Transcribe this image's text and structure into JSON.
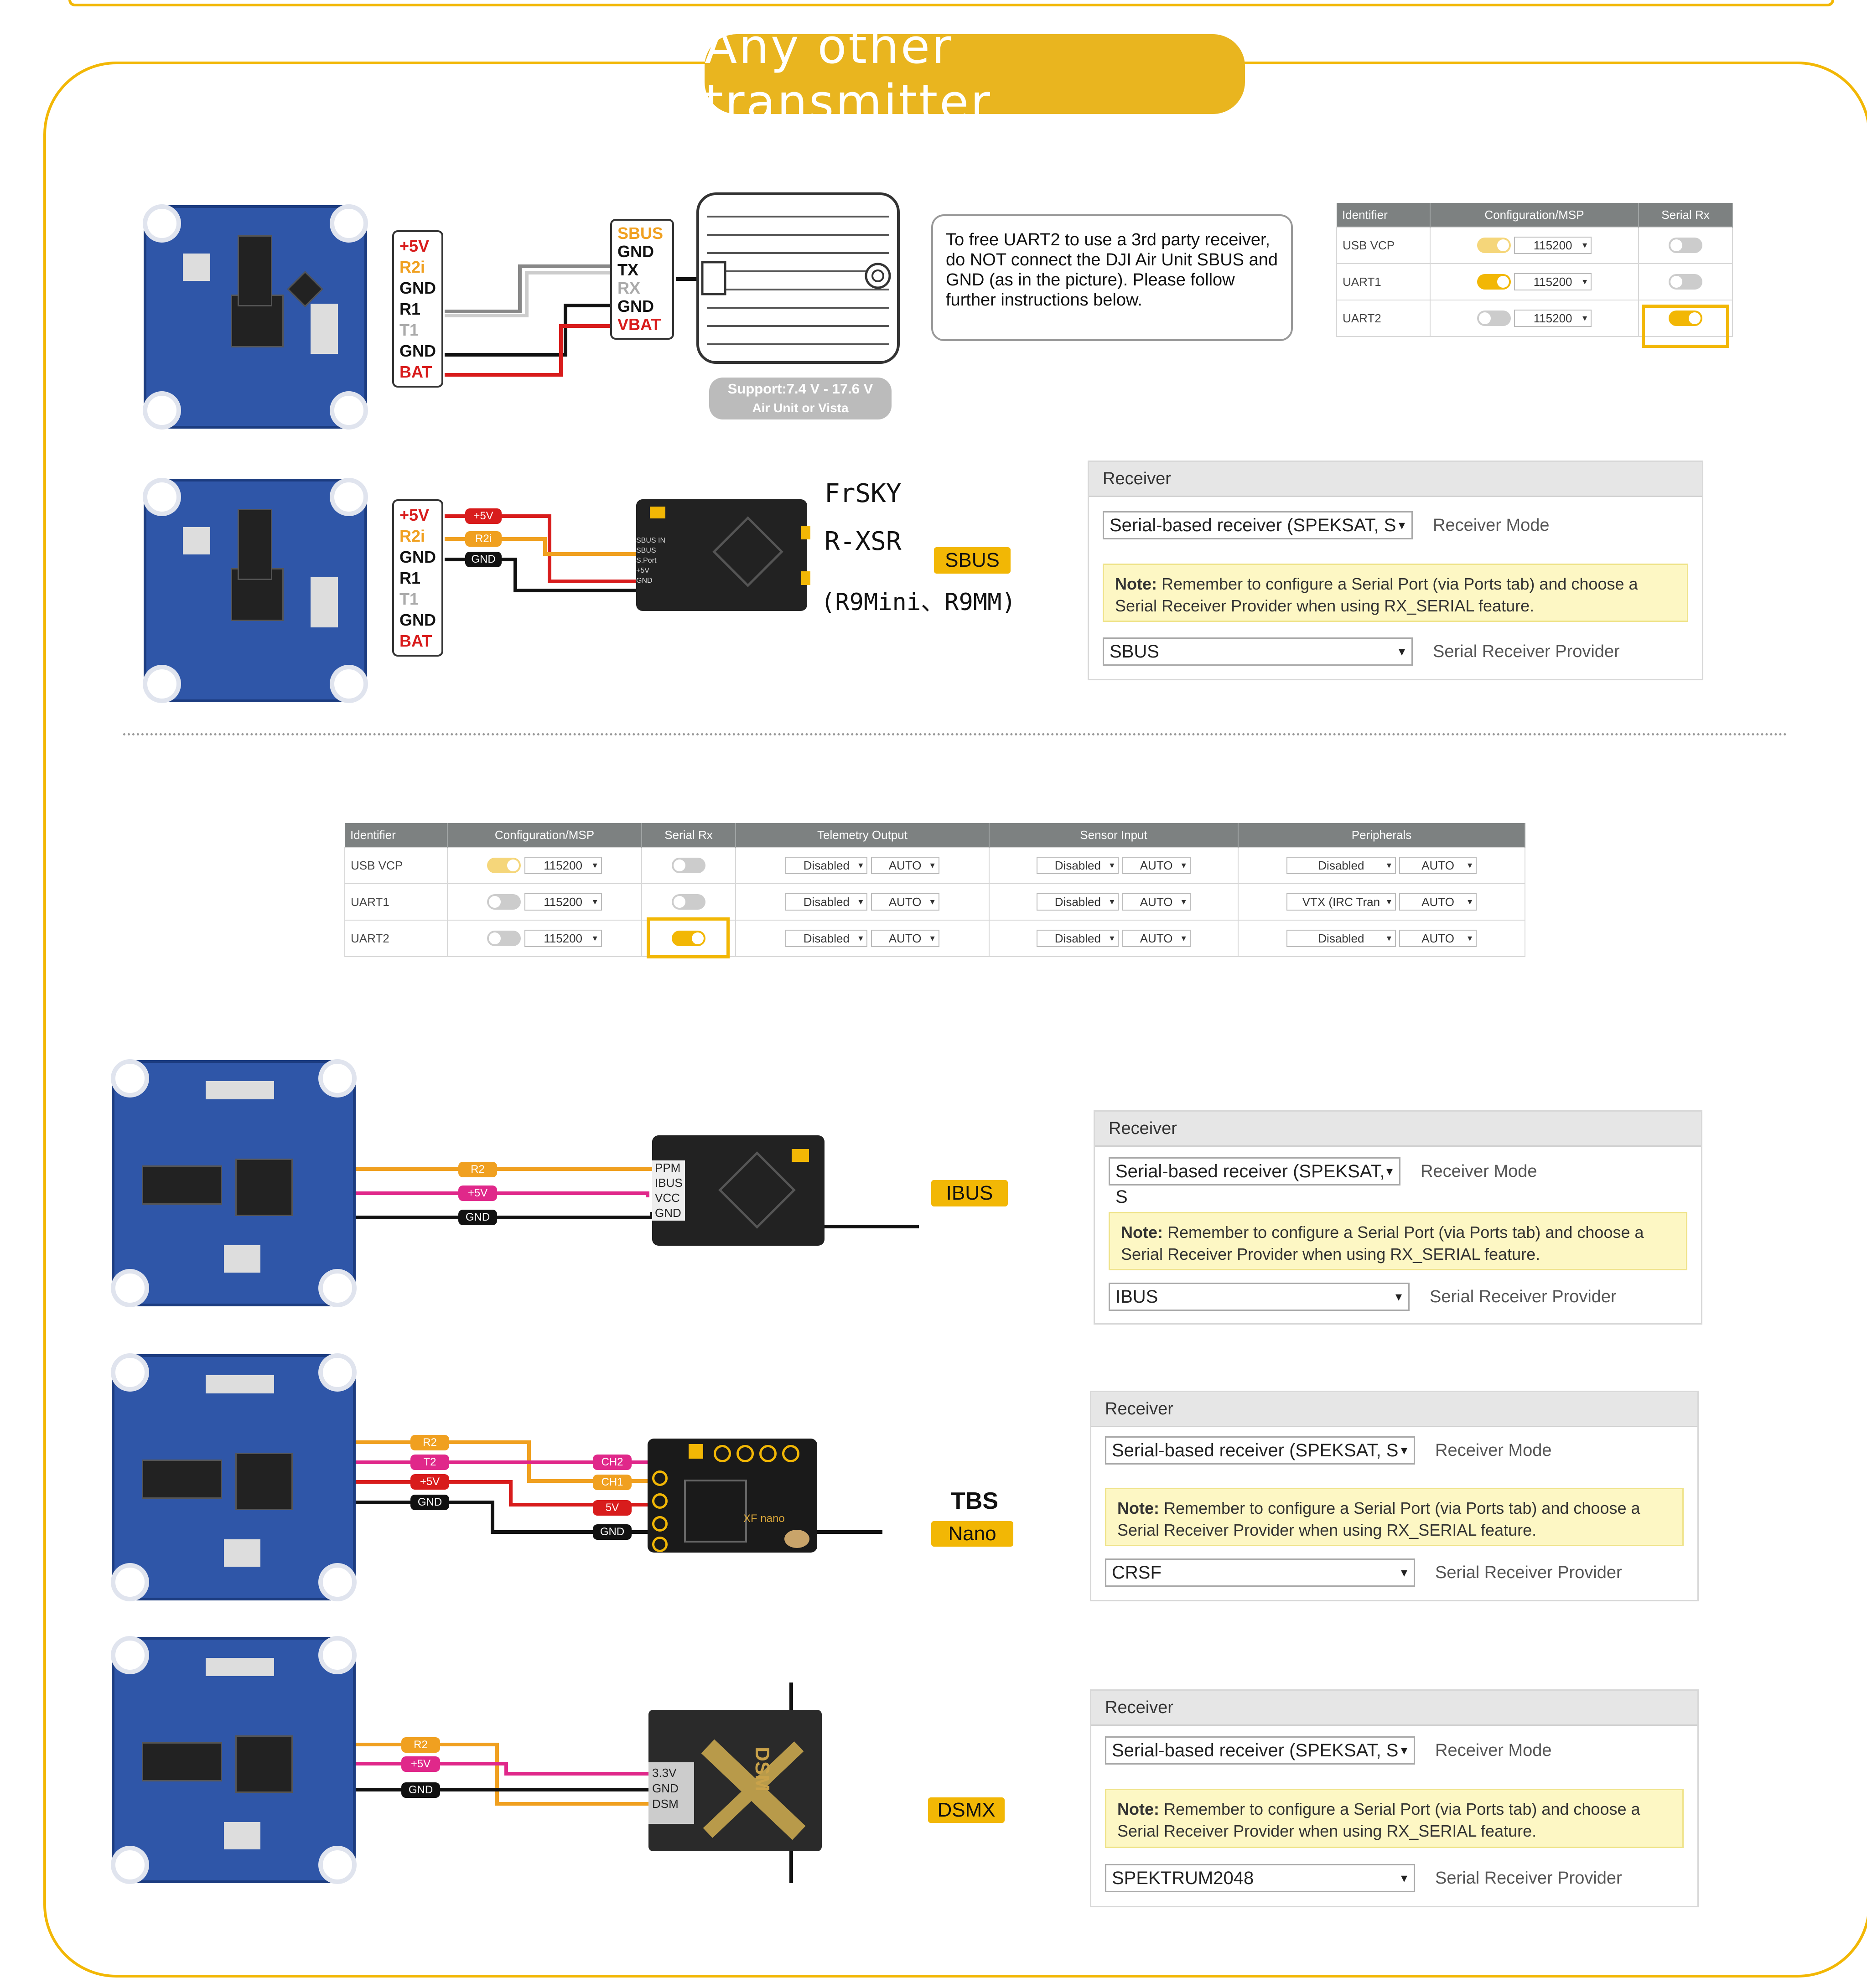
{
  "title": "Any other transmitter",
  "colors": {
    "accent": "#f2b705",
    "board": "#2f56a8",
    "wire_red": "#d81c1c",
    "wire_orange": "#f0a020",
    "wire_magenta": "#e0288a",
    "wire_black": "#111111",
    "wire_gray": "#888888"
  },
  "section1": {
    "fc_pins": [
      "+5V",
      "R2i",
      "GND",
      "R1",
      "T1",
      "GND",
      "BAT"
    ],
    "air_unit_pins": [
      "SBUS",
      "GND",
      "TX",
      "RX",
      "GND",
      "VBAT"
    ],
    "support_line1": "Support:7.4 V - 17.6 V",
    "support_line2": "Air Unit or Vista",
    "info": "To free UART2 to use a 3rd party receiver, do NOT connect the DJI Air Unit SBUS and GND (as in the picture). Please follow further instructions below.",
    "ports_table": {
      "headers": [
        "Identifier",
        "Configuration/MSP",
        "Serial Rx"
      ],
      "rows": [
        {
          "id": "USB VCP",
          "baud": "115200"
        },
        {
          "id": "UART1",
          "baud": "115200"
        },
        {
          "id": "UART2",
          "baud": "115200"
        }
      ]
    }
  },
  "section2": {
    "fc_pins": [
      "+5V",
      "R2i",
      "GND",
      "R1",
      "T1",
      "GND",
      "BAT"
    ],
    "wire_labels": [
      "+5V",
      "R2i",
      "GND"
    ],
    "rx_pins": [
      "SBUS IN",
      "SBUS",
      "S.Port",
      "+5V",
      "GND"
    ],
    "rx_name1": "FrSKY",
    "rx_name2": "R-XSR",
    "rx_name3": "(R9Mini、R9MM)",
    "protocol": "SBUS",
    "panel": {
      "header": "Receiver",
      "mode_value": "Serial-based receiver (SPEKSAT, S",
      "mode_label": "Receiver Mode",
      "note_bold": "Note:",
      "note_text": " Remember to configure a Serial Port (via Ports tab) and choose a Serial Receiver Provider when using RX_SERIAL feature.",
      "provider_value": "SBUS",
      "provider_label": "Serial Receiver Provider"
    }
  },
  "wide_table": {
    "headers": [
      "Identifier",
      "Configuration/MSP",
      "Serial Rx",
      "Telemetry Output",
      "Sensor Input",
      "Peripherals"
    ],
    "rows": [
      {
        "id": "USB VCP",
        "baud": "115200",
        "tel": "Disabled",
        "tel2": "AUTO",
        "sen": "Disabled",
        "sen2": "AUTO",
        "per": "Disabled",
        "per2": "AUTO"
      },
      {
        "id": "UART1",
        "baud": "115200",
        "tel": "Disabled",
        "tel2": "AUTO",
        "sen": "Disabled",
        "sen2": "AUTO",
        "per": "VTX (IRC Tran",
        "per2": "AUTO"
      },
      {
        "id": "UART2",
        "baud": "115200",
        "tel": "Disabled",
        "tel2": "AUTO",
        "sen": "Disabled",
        "sen2": "AUTO",
        "per": "Disabled",
        "per2": "AUTO"
      }
    ]
  },
  "ibus": {
    "wire_labels": [
      "R2",
      "+5V",
      "GND"
    ],
    "rx_pins": [
      "PPM",
      "IBUS",
      "VCC",
      "GND"
    ],
    "protocol": "IBUS",
    "panel": {
      "header": "Receiver",
      "mode_value": "Serial-based receiver (SPEKSAT, S",
      "mode_label": "Receiver Mode",
      "note_bold": "Note:",
      "note_text": " Remember to configure a Serial Port (via Ports tab) and choose a Serial Receiver Provider when using RX_SERIAL feature.",
      "provider_value": "IBUS",
      "provider_label": "Serial Receiver Provider"
    }
  },
  "tbs": {
    "wire_labels": [
      "R2",
      "T2",
      "+5V",
      "GND"
    ],
    "rx_labels": [
      "CH2",
      "CH1",
      "5V",
      "GND"
    ],
    "rx_text": "XF nano",
    "protocol1": "TBS",
    "protocol2": "Nano",
    "panel": {
      "header": "Receiver",
      "mode_value": "Serial-based receiver (SPEKSAT, S",
      "mode_label": "Receiver Mode",
      "note_bold": "Note:",
      "note_text": " Remember to configure a Serial Port (via Ports tab) and choose a Serial Receiver Provider when using RX_SERIAL feature.",
      "provider_value": "CRSF",
      "provider_label": "Serial Receiver Provider"
    }
  },
  "dsmx": {
    "wire_labels": [
      "R2",
      "+5V",
      "GND"
    ],
    "rx_pins": [
      "3.3V",
      "GND",
      "DSM"
    ],
    "rx_logo": "DSM",
    "protocol": "DSMX",
    "panel": {
      "header": "Receiver",
      "mode_value": "Serial-based receiver (SPEKSAT, S",
      "mode_label": "Receiver Mode",
      "note_bold": "Note:",
      "note_text": " Remember to configure a Serial Port (via Ports tab) and choose a Serial Receiver Provider when using RX_SERIAL feature.",
      "provider_value": "SPEKTRUM2048",
      "provider_label": "Serial Receiver Provider"
    }
  }
}
